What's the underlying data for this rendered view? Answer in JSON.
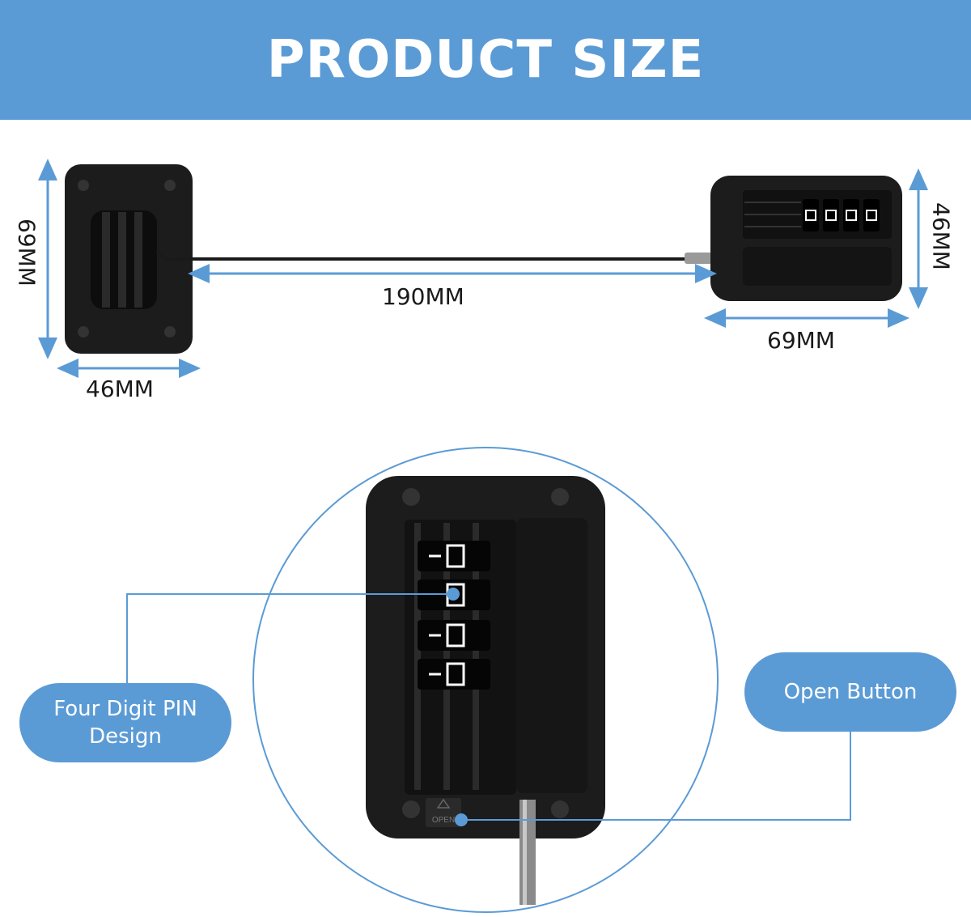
{
  "banner": {
    "title": "PRODUCT SIZE"
  },
  "dimensions": {
    "left_height": "69MM",
    "left_width": "46MM",
    "cable_length": "190MM",
    "right_height": "46MM",
    "right_width": "69MM"
  },
  "callouts": {
    "pin_design": "Four Digit PIN\nDesign",
    "open_button": "Open Button"
  },
  "lock_label": "OPEN",
  "colors": {
    "accent": "#5b9bd5",
    "product": "#1c1c1c",
    "text": "#1a1a1a"
  }
}
